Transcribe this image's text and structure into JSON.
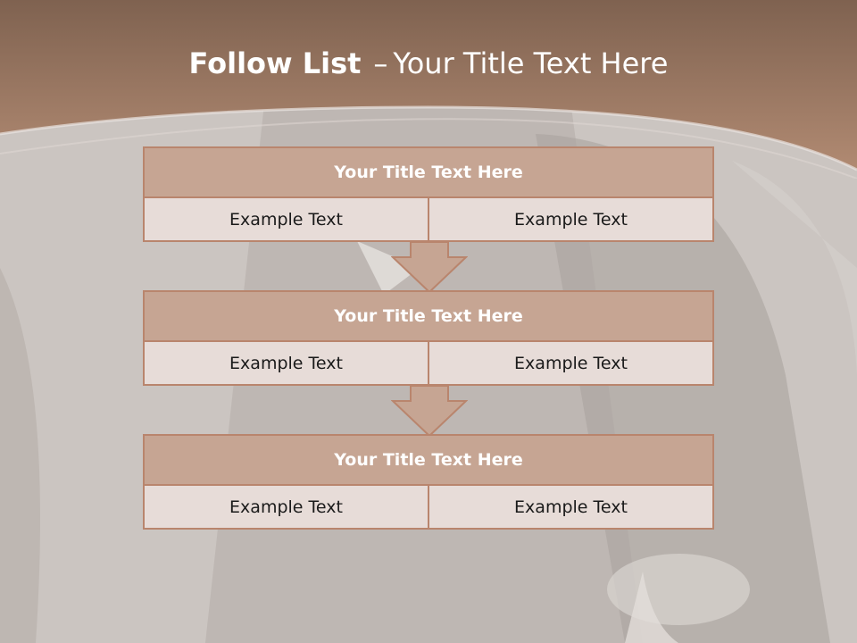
{
  "slide": {
    "title_bold": "Follow List",
    "title_dash": "–",
    "title_rest": "Your Title Text Here"
  },
  "blocks": [
    {
      "header": "Your Title Text Here",
      "left": "Example Text",
      "right": "Example Text"
    },
    {
      "header": "Your Title Text Here",
      "left": "Example Text",
      "right": "Example Text"
    },
    {
      "header": "Your Title Text Here",
      "left": "Example Text",
      "right": "Example Text"
    }
  ],
  "colors": {
    "header_band": "#a97b64",
    "block_header": "#c6a593",
    "block_body": "#e7dcd8",
    "border": "#b9856d",
    "arrow": "#c6a593"
  }
}
